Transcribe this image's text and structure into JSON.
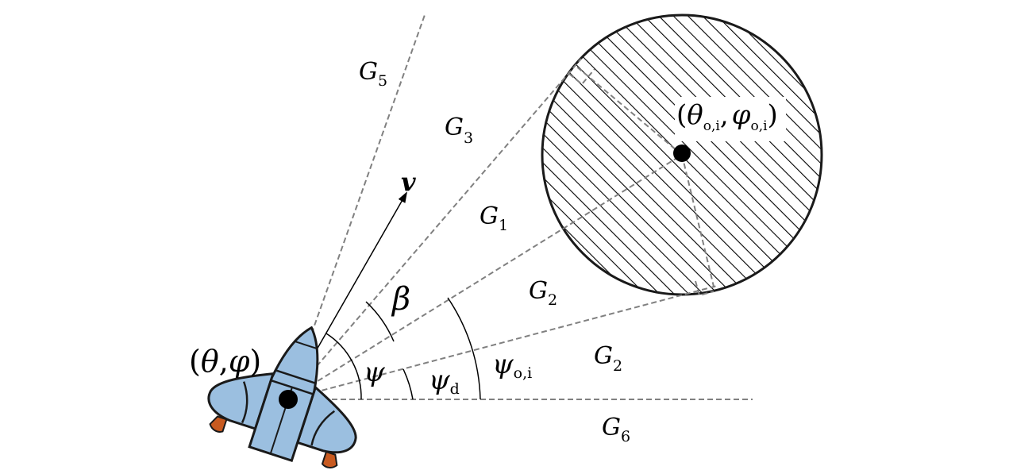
{
  "regions": {
    "g5": {
      "main": "G",
      "sub": "5"
    },
    "g3": {
      "main": "G",
      "sub": "3"
    },
    "g1": {
      "main": "G",
      "sub": "1"
    },
    "g2a": {
      "main": "G",
      "sub": "2"
    },
    "g2b": {
      "main": "G",
      "sub": "2"
    },
    "g6": {
      "main": "G",
      "sub": "6"
    }
  },
  "labels": {
    "velocity": "v",
    "beta": "β",
    "psi": "ψ",
    "psi_d": {
      "main": "ψ",
      "sub": "d"
    },
    "psi_oi": {
      "main": "ψ",
      "sub": "o,i"
    },
    "vehicle_pos": {
      "open": "(",
      "theta": "θ",
      "comma": ",",
      "phi": "φ",
      "close": ")"
    },
    "obstacle_center": {
      "open": "(",
      "theta": "θ",
      "sub1": "o,i",
      "comma": ",",
      "phi": "φ",
      "sub2": "o,i",
      "close": ")"
    }
  },
  "colors": {
    "vehicle_body": "#9bbfe0",
    "flame": "#c85a20",
    "dash_line": "#808080",
    "outline": "#1a1a1a"
  }
}
